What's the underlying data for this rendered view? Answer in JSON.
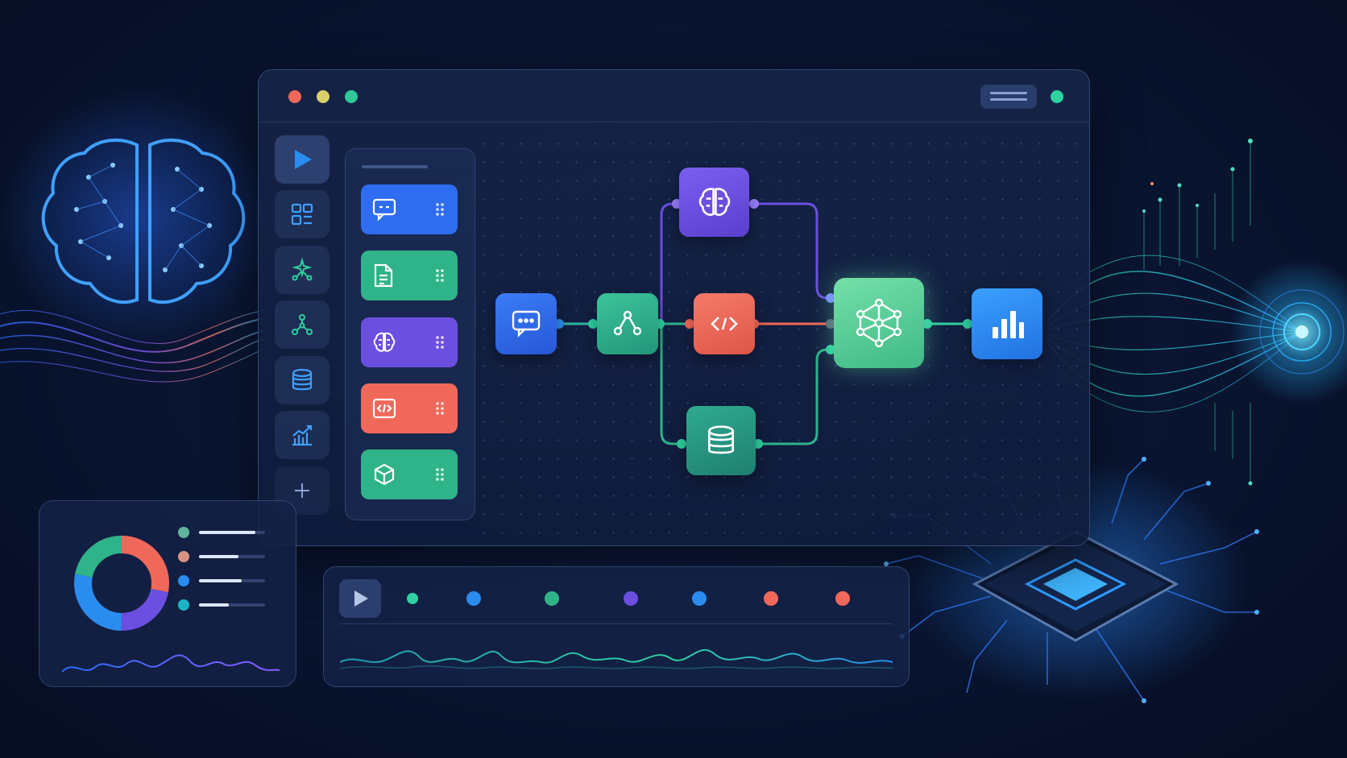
{
  "colors": {
    "background": "#0a1633",
    "window": "#16244a",
    "blue": "#2f6df0",
    "green": "#2fb389",
    "purple": "#6b4fe0",
    "coral": "#f0685a",
    "teal": "#2a9e8c",
    "mint": "#5fd39a",
    "chart_blue": "#2b8cf0"
  },
  "window": {
    "controls": [
      "close",
      "minimize",
      "maximize"
    ],
    "menu_icon": "menu-lines-icon",
    "status": "online"
  },
  "sidebar": {
    "items": [
      {
        "icon": "play-icon"
      },
      {
        "icon": "grid-icon"
      },
      {
        "icon": "sparkle-network-icon"
      },
      {
        "icon": "graph-icon"
      },
      {
        "icon": "database-icon"
      },
      {
        "icon": "line-chart-icon"
      },
      {
        "icon": "plus-icon"
      }
    ]
  },
  "palette": {
    "items": [
      {
        "icon": "chat-icon",
        "color": "#2f6df0"
      },
      {
        "icon": "document-icon",
        "color": "#2fb389"
      },
      {
        "icon": "brain-icon",
        "color": "#6b4fe0"
      },
      {
        "icon": "code-icon",
        "color": "#f0685a"
      },
      {
        "icon": "cube-icon",
        "color": "#2fb389"
      }
    ]
  },
  "flow": {
    "nodes": [
      {
        "id": "input",
        "icon": "chat-icon",
        "color": "#2f6df0"
      },
      {
        "id": "router",
        "icon": "share-icon",
        "color": "#2fb389"
      },
      {
        "id": "brain",
        "icon": "brain-icon",
        "color": "#6b4fe0"
      },
      {
        "id": "code",
        "icon": "code-icon",
        "color": "#f0685a"
      },
      {
        "id": "db",
        "icon": "database-icon",
        "color": "#2a9e8c"
      },
      {
        "id": "neural",
        "icon": "neural-network-icon",
        "color": "#5fd39a"
      },
      {
        "id": "output",
        "icon": "bar-chart-icon",
        "color": "#2b8cf0"
      }
    ]
  },
  "donut_panel": {
    "segments": [
      {
        "color": "#f0685a",
        "fraction": 0.28
      },
      {
        "color": "#6b4fe0",
        "fraction": 0.22
      },
      {
        "color": "#2b8cf0",
        "fraction": 0.28
      },
      {
        "color": "#2fb389",
        "fraction": 0.22
      }
    ],
    "legend": [
      {
        "color": "#5fb39a",
        "fraction": 0.85
      },
      {
        "color": "#d99480",
        "fraction": 0.6
      },
      {
        "color": "#2b8cf0",
        "fraction": 0.65
      },
      {
        "color": "#19b5c6",
        "fraction": 0.45
      }
    ]
  },
  "timeline": {
    "play_icon": "play-icon",
    "markers": [
      {
        "color": "#2b8cf0"
      },
      {
        "color": "#2fb389"
      },
      {
        "color": "#6b4fe0"
      },
      {
        "color": "#2b8cf0"
      },
      {
        "color": "#f0685a"
      },
      {
        "color": "#f0685a"
      }
    ]
  }
}
